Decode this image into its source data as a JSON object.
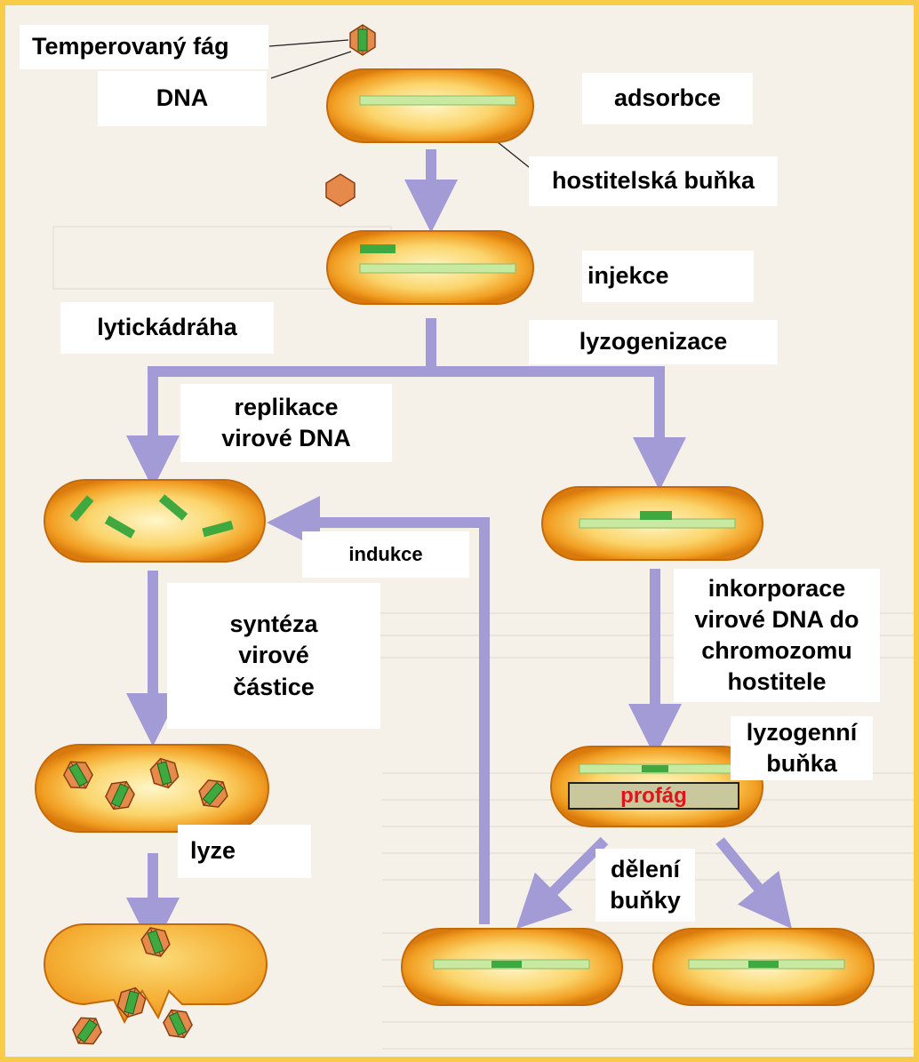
{
  "labels": {
    "temperate_phage": "Temperovaný fág",
    "dna": "DNA",
    "adsorption": "adsorbce",
    "host_cell": "hostitelská buňka",
    "injection": "injekce",
    "lytic_pathway": "lytickádráha",
    "lysogenization": "lyzogenizace",
    "replication": [
      "replikace",
      "virové DNA"
    ],
    "induction": "indukce",
    "synthesis": [
      "syntéza",
      "virové",
      "částice"
    ],
    "incorporation": [
      "inkorporace",
      "virové DNA do",
      "chromozomu",
      "hostitele"
    ],
    "lysogenic_cell": [
      "lyzogenní",
      "buňka"
    ],
    "prophage": "profág",
    "lysis": "lyze",
    "cell_division": [
      "dělení",
      "buňky"
    ]
  },
  "colors": {
    "border": "#f8cc4a",
    "arrow": "#a39bd6",
    "cell_outer": "#f2a024",
    "dna": "#c8eaa0",
    "viral_dna": "#3fa83f",
    "capsid": "#e58a4a",
    "prophage_box": "#c9c79c",
    "prophage_text": "#e0141a"
  }
}
